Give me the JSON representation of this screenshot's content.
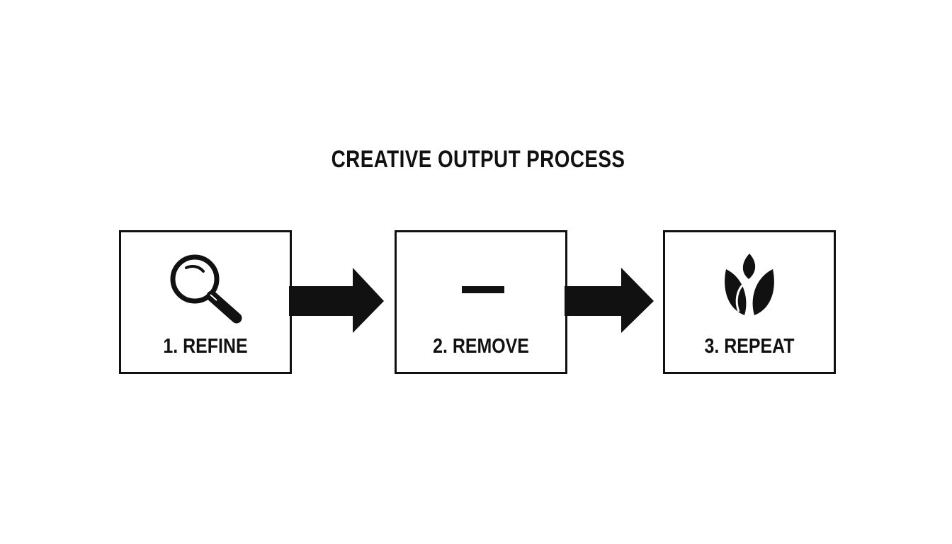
{
  "title": "CREATIVE OUTPUT PROCESS",
  "steps": [
    {
      "label": "1. REFINE",
      "icon": "magnifying-glass-icon"
    },
    {
      "label": "2. REMOVE",
      "icon": "minus-icon"
    },
    {
      "label": "3. REPEAT",
      "icon": "leaf-icon"
    }
  ],
  "colors": {
    "ink": "#111111",
    "background": "#ffffff"
  }
}
